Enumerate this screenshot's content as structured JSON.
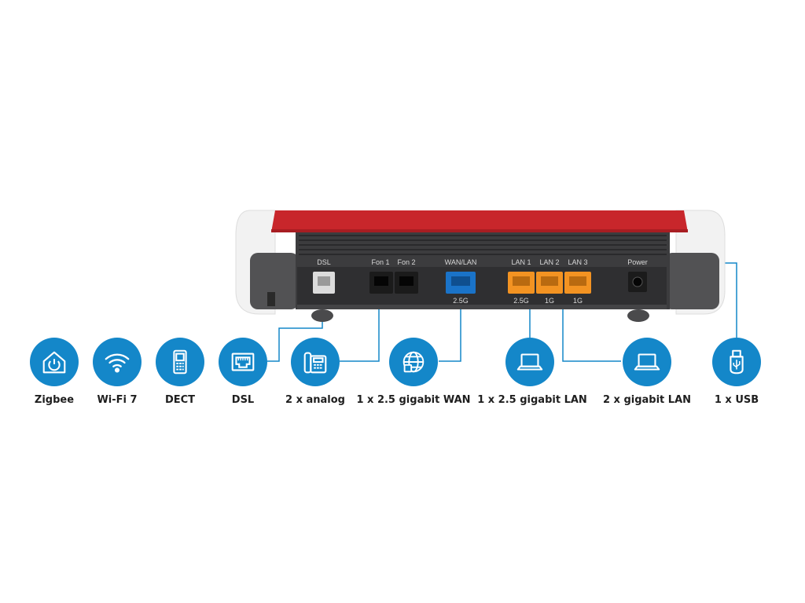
{
  "router": {
    "ports": [
      {
        "label": "DSL",
        "speed": ""
      },
      {
        "label": "Fon 1",
        "speed": ""
      },
      {
        "label": "Fon 2",
        "speed": ""
      },
      {
        "label": "WAN/LAN",
        "speed": "2.5G"
      },
      {
        "label": "LAN 1",
        "speed": "2.5G"
      },
      {
        "label": "LAN 2",
        "speed": "1G"
      },
      {
        "label": "LAN 3",
        "speed": "1G"
      },
      {
        "label": "Power",
        "speed": ""
      }
    ],
    "colors": {
      "housing_red": "#c8262b",
      "housing_dark": "#3c3c3e",
      "wan_port": "#1a73c8",
      "lan_port": "#f39322",
      "accent_blue": "#1487c9"
    }
  },
  "features": [
    {
      "label": "Zigbee",
      "icon": "zigbee-home-icon"
    },
    {
      "label": "Wi-Fi 7",
      "icon": "wifi-icon"
    },
    {
      "label": "DECT",
      "icon": "dect-phone-icon"
    },
    {
      "label": "DSL",
      "icon": "dsl-port-icon"
    },
    {
      "label": "2 x analog",
      "icon": "analog-phone-icon"
    },
    {
      "label": "1 x 2.5 gigabit WAN",
      "icon": "globe-icon"
    },
    {
      "label": "1 x 2.5 gigabit LAN",
      "icon": "laptop-icon"
    },
    {
      "label": "2 x gigabit LAN",
      "icon": "laptop-icon"
    },
    {
      "label": "1 x USB",
      "icon": "usb-icon"
    }
  ]
}
